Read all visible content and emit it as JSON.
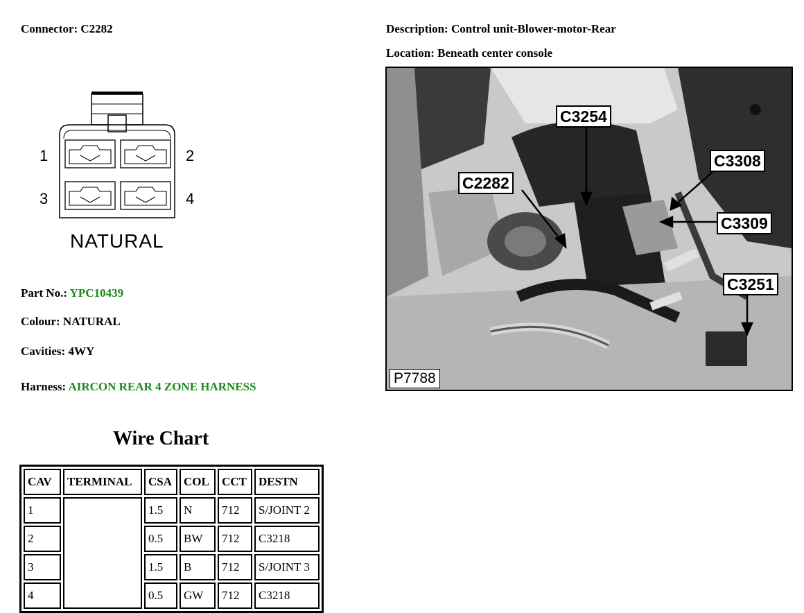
{
  "header": {
    "connector_label": "Connector:",
    "connector_value": "C2282",
    "description_label": "Description:",
    "description_value": "Control unit-Blower-motor-Rear",
    "location_label": "Location:",
    "location_value": "Beneath center console"
  },
  "connector_diagram": {
    "pins": [
      "1",
      "2",
      "3",
      "4"
    ],
    "name": "NATURAL"
  },
  "details": {
    "part_label": "Part No.:",
    "part_value": "YPC10439",
    "colour_label": "Colour:",
    "colour_value": "NATURAL",
    "cavities_label": "Cavities:",
    "cavities_value": "4WY",
    "harness_label": "Harness:",
    "harness_value": "AIRCON REAR 4 ZONE HARNESS"
  },
  "wire_chart": {
    "title": "Wire Chart",
    "headers": [
      "CAV",
      "TERMINAL",
      "CSA",
      "COL",
      "CCT",
      "DESTN"
    ],
    "rows": [
      [
        "1",
        "",
        "1.5",
        "N",
        "712",
        "S/JOINT 2"
      ],
      [
        "2",
        "",
        "0.5",
        "BW",
        "712",
        "C3218"
      ],
      [
        "3",
        "",
        "1.5",
        "B",
        "712",
        "S/JOINT 3"
      ],
      [
        "4",
        "",
        "0.5",
        "GW",
        "712",
        "C3218"
      ]
    ]
  },
  "photo": {
    "callouts": [
      "C3254",
      "C3308",
      "C2282",
      "C3309",
      "C3251"
    ],
    "figure_id": "P7788"
  },
  "colors": {
    "link_green": "#1b8a1b"
  }
}
